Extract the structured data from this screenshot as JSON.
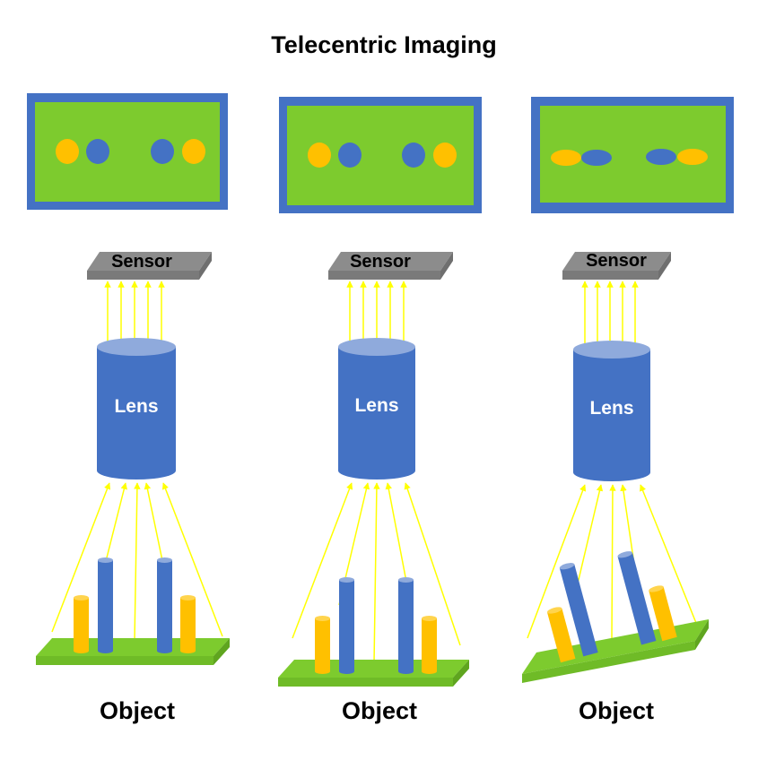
{
  "title": "Telecentric Imaging",
  "colors": {
    "frame": "#4472c4",
    "image_bg": "#7dcb2e",
    "spot_orange": "#ffc000",
    "spot_blue": "#4472c4",
    "lens": "#4472c4",
    "lens_top": "#8faadc",
    "sensor": "#8c8c8c",
    "ray": "#ffff00",
    "platform": "#7dcb2e",
    "pillar_orange": "#ffc000",
    "pillar_blue": "#4472c4"
  },
  "panels": [
    {
      "sensor_label": "Sensor",
      "lens_label": "Lens",
      "object_label": "Object"
    },
    {
      "sensor_label": "Sensor",
      "lens_label": "Lens",
      "object_label": "Object"
    },
    {
      "sensor_label": "Sensor",
      "lens_label": "Lens",
      "object_label": "Object"
    }
  ]
}
